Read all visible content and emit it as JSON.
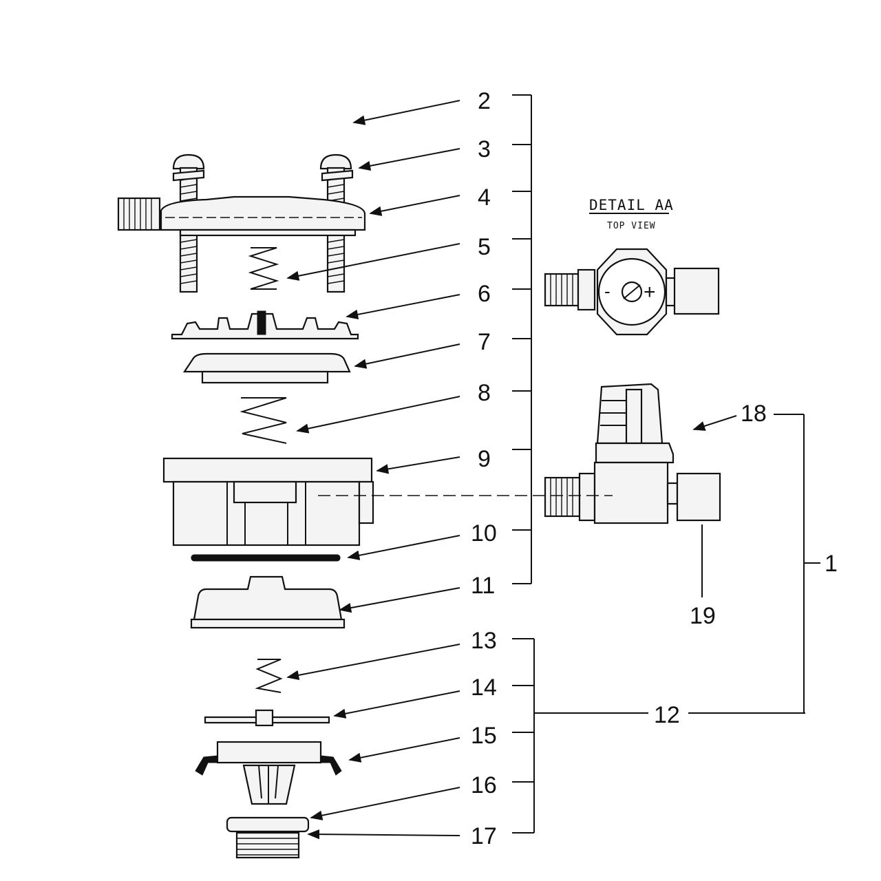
{
  "diagram": {
    "detail": {
      "title": "DETAIL AA",
      "subtitle": "TOP VIEW",
      "minus": "-",
      "plus": "+"
    },
    "labels": {
      "p1": "1",
      "p2": "2",
      "p3": "3",
      "p4": "4",
      "p5": "5",
      "p6": "6",
      "p7": "7",
      "p8": "8",
      "p9": "9",
      "p10": "10",
      "p11": "11",
      "p12": "12",
      "p13": "13",
      "p14": "14",
      "p15": "15",
      "p16": "16",
      "p17": "17",
      "p18": "18",
      "p19": "19"
    },
    "colors": {
      "ink": "#111111",
      "paper": "#ffffff"
    }
  }
}
